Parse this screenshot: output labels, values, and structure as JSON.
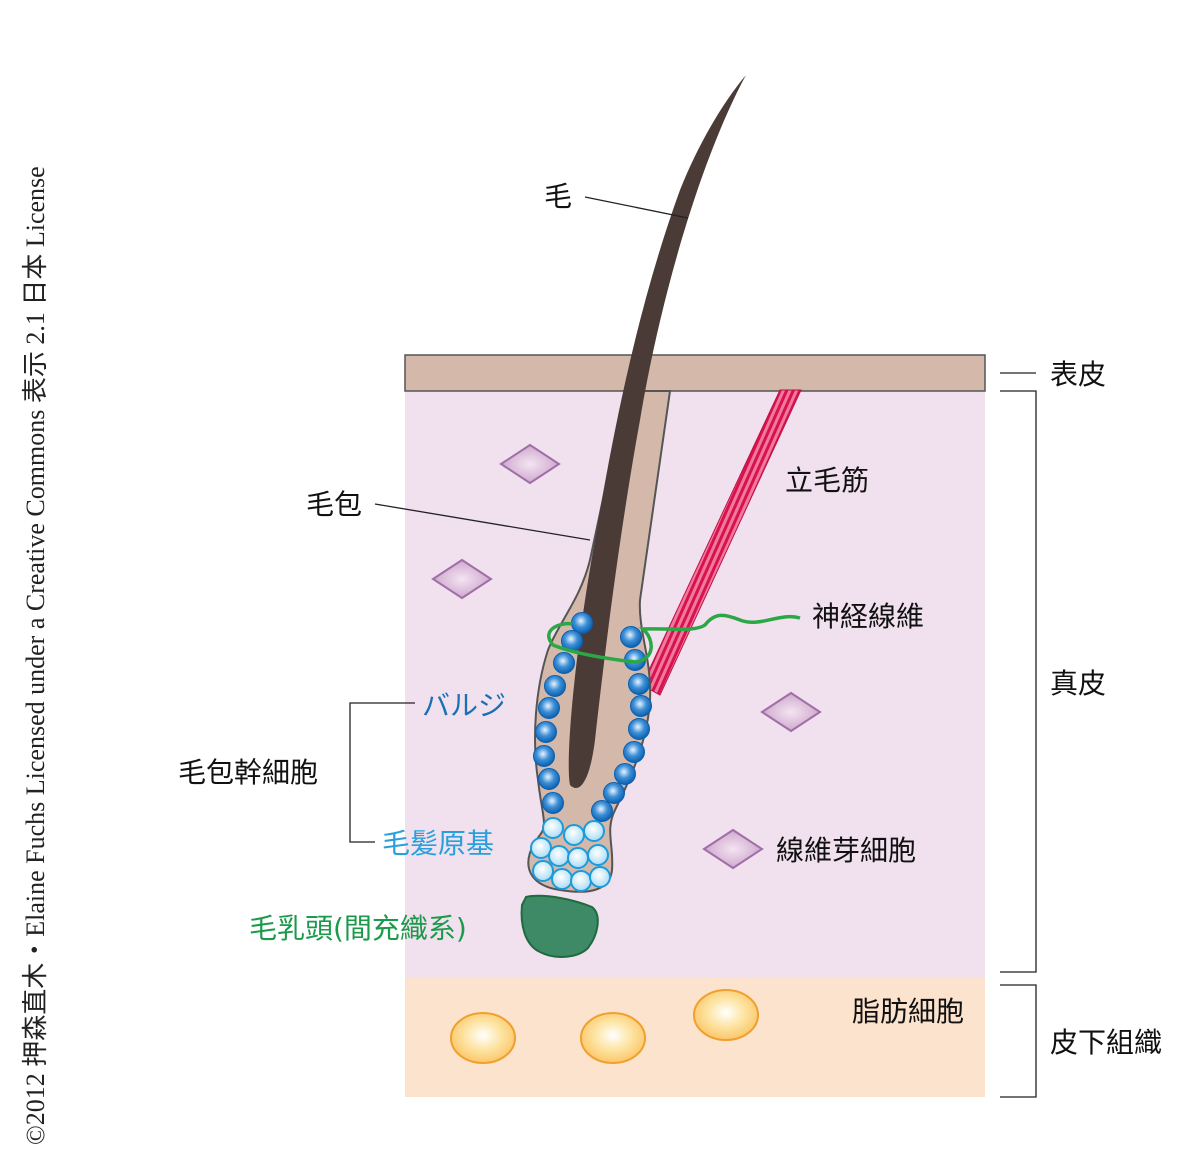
{
  "credit": "©2012 押森直木・Elaine Fuchs Licensed under a Creative Commons 表示 2.1 日本 License",
  "labels": {
    "hair": "毛",
    "epidermis": "表皮",
    "arrector_pili": "立毛筋",
    "follicle": "毛包",
    "nerve_fiber": "神経線維",
    "dermis": "真皮",
    "bulge": "バルジ",
    "follicle_stem_cells": "毛包幹細胞",
    "hair_germ": "毛髪原基",
    "fibroblast": "線維芽細胞",
    "dermal_papilla": "毛乳頭(間充織系)",
    "adipocyte": "脂肪細胞",
    "subcutaneous": "皮下組織"
  },
  "colors": {
    "epidermis": "#d4b9ab",
    "dermis": "#f1e1ef",
    "subcutaneous": "#fce3cd",
    "hair": "#4a3b37",
    "muscle": "#e0245e",
    "nerve": "#2aa845",
    "bulge_text": "#1a6fb5",
    "hair_germ_text": "#27a0dc",
    "papilla_text": "#1a9a4a"
  }
}
